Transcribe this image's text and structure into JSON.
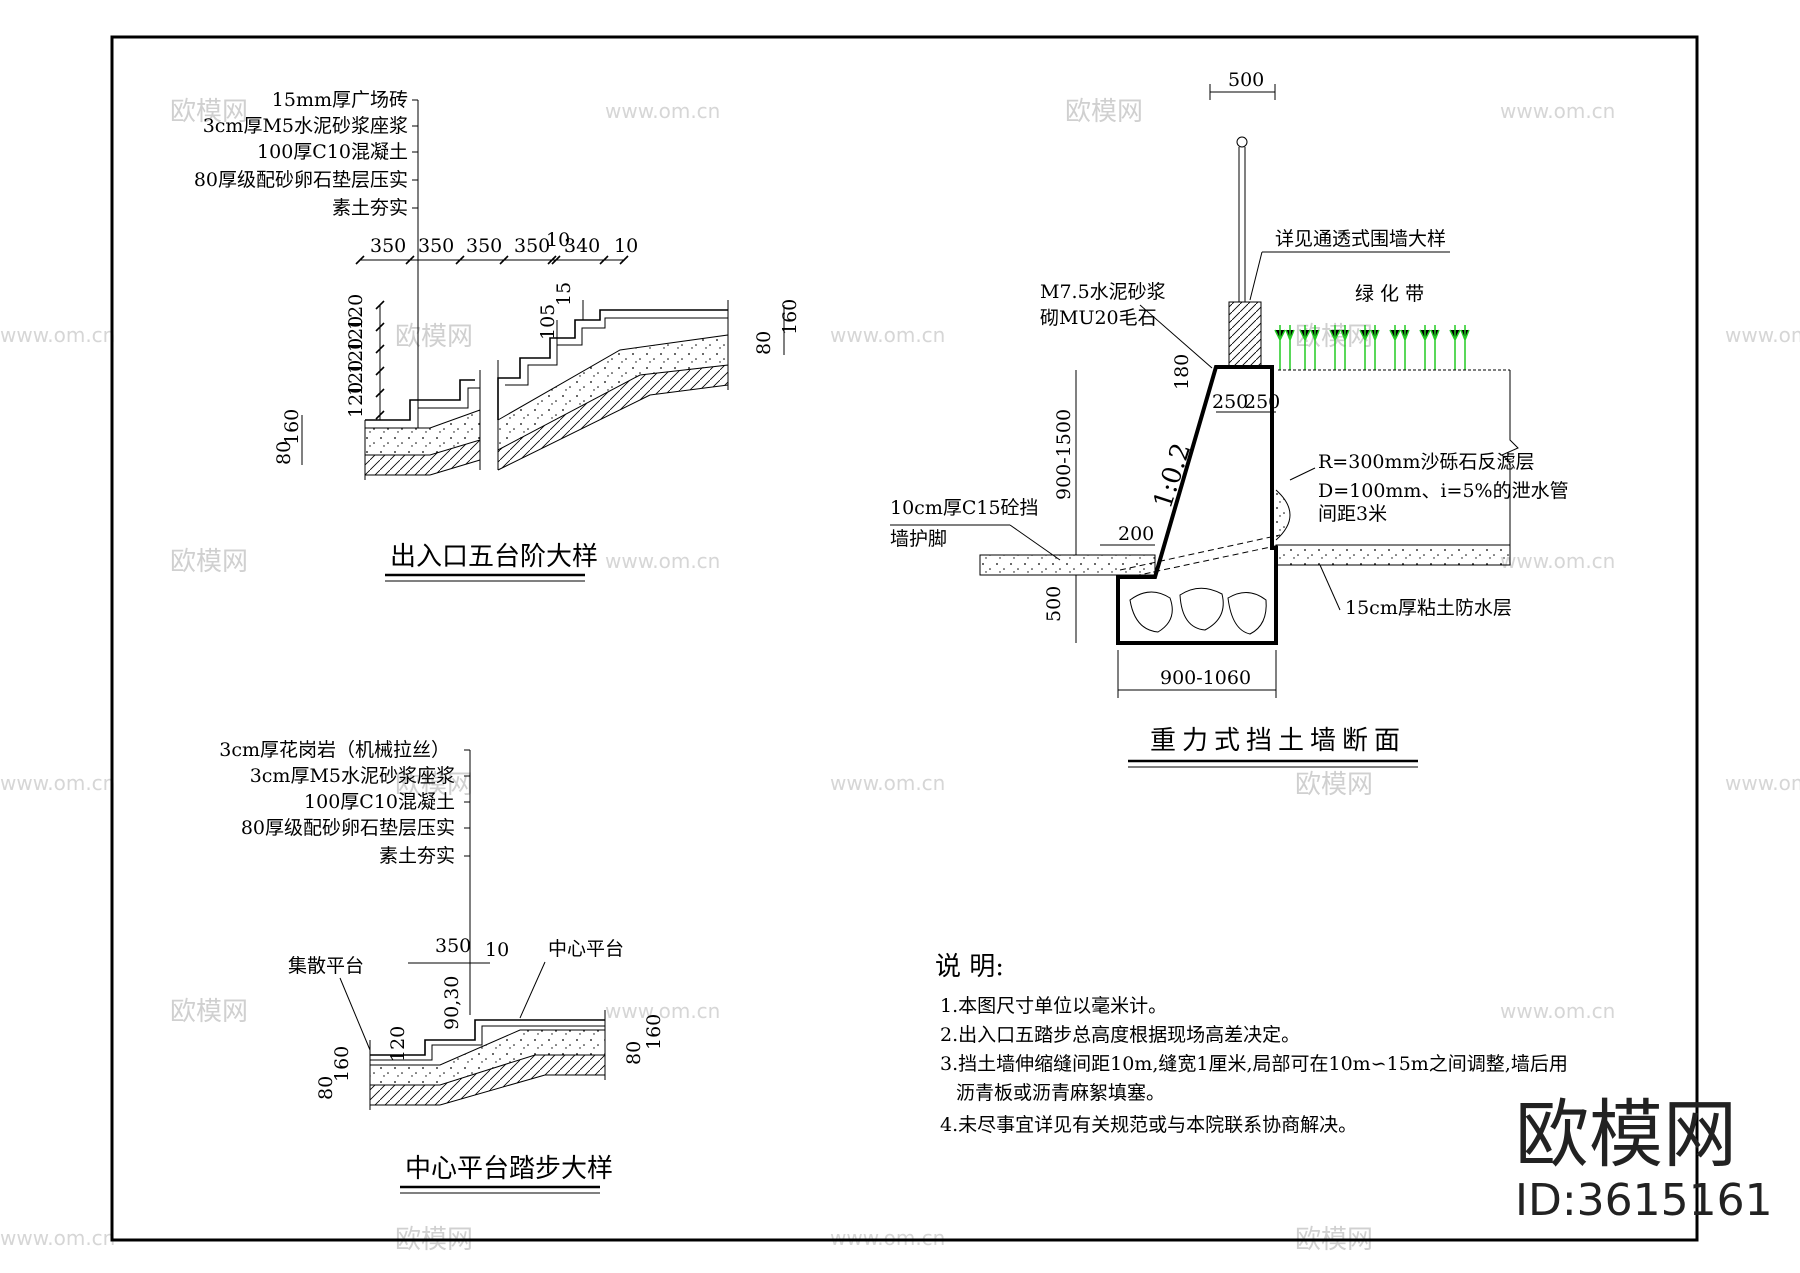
{
  "detail_steps": {
    "title": "出入口五台阶大样",
    "layers": [
      "15mm厚广场砖",
      "3cm厚M5水泥砂浆座浆",
      "100厚C10混凝土",
      "80厚级配砂卵石垫层压实",
      "素土夯实"
    ],
    "dims_top": [
      "350",
      "350",
      "350",
      "350",
      "10",
      "340",
      "10"
    ],
    "dims_left": [
      "120",
      "120",
      "120",
      "120",
      "120"
    ],
    "dim_15": "15",
    "dim_105": "105",
    "dims_base_left": [
      "160",
      "80"
    ],
    "dims_base_right": [
      "160",
      "80"
    ]
  },
  "detail_platform": {
    "title": "中心平台踏步大样",
    "layers": [
      "3cm厚花岗岩（机械拉丝）",
      "3cm厚M5水泥砂浆座浆",
      "100厚C10混凝土",
      "80厚级配砂卵石垫层压实",
      "素土夯实"
    ],
    "dim_350": "350",
    "dim_10": "10",
    "dim_90_30": "90,30",
    "dim_120": "120",
    "label_left": "集散平台",
    "label_right": "中心平台",
    "dims_base_left": [
      "160",
      "80"
    ],
    "dims_base_right": [
      "160",
      "80"
    ]
  },
  "detail_wall": {
    "title": "重力式挡土墙断面",
    "dim_500_top": "500",
    "fence_note": "详见通透式围墙大样",
    "green_belt": "绿 化 带",
    "mortar_1": "M7.5水泥砂浆",
    "mortar_2": "砌MU20毛石",
    "dim_180": "180",
    "dim_250a": "250",
    "dim_250b": "250",
    "dim_height": "900-1500",
    "slope": "1:0.2",
    "filter": "R=300mm沙砾石反滤层",
    "drain_1": "D=100mm、i=5%的泄水管",
    "drain_2": "间距3米",
    "toe_1": "10cm厚C15砼挡",
    "toe_2": "墙护脚",
    "dim_200": "200",
    "dim_500_side": "500",
    "clay": "15cm厚粘土防水层",
    "dim_base": "900-1060"
  },
  "notes": {
    "heading": "说  明:",
    "items": [
      "1.本图尺寸单位以毫米计。",
      "2.出入口五踏步总高度根据现场高差决定。",
      "3.挡土墙伸缩缝间距10m,缝宽1厘米,局部可在10m∽15m之间调整,墙后用",
      "沥青板或沥青麻絮填塞。",
      "4.未尽事宜详见有关规范或与本院联系协商解决。"
    ]
  },
  "watermark": {
    "brand": "欧模网",
    "id": "ID:3615161",
    "logo_small": "欧模网",
    "url": "www.om.cn"
  },
  "colors": {
    "line": "#000000",
    "plant": "#22cc22",
    "watermark": "#d0d0d0"
  }
}
